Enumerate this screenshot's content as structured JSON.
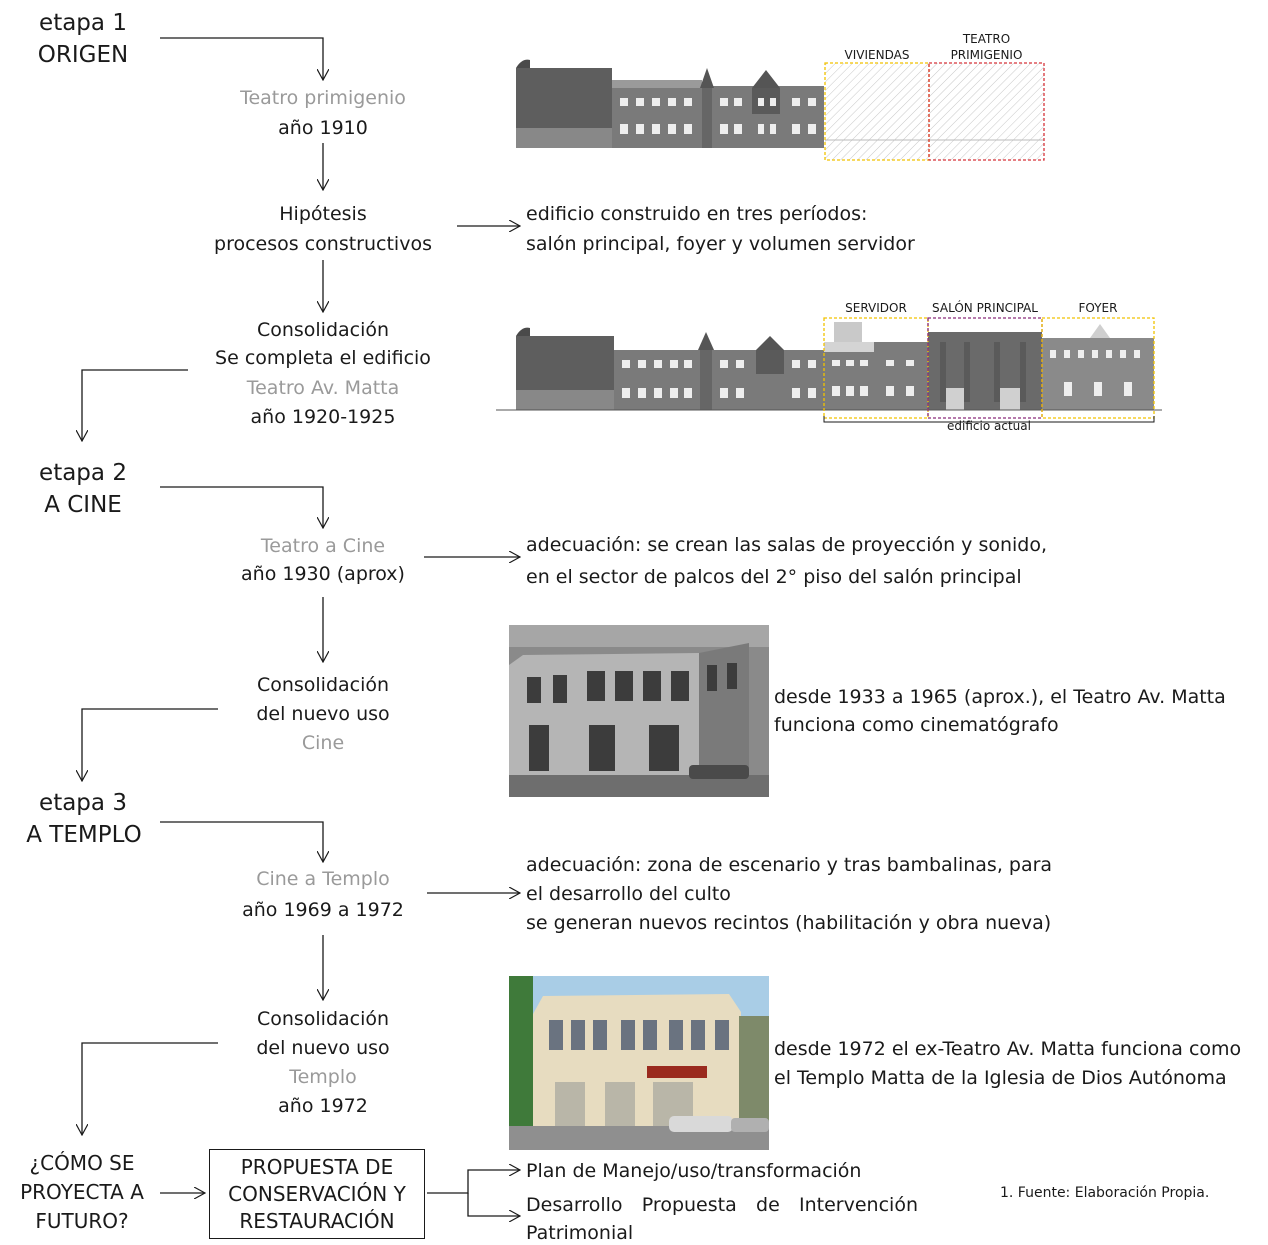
{
  "stage1": {
    "label": "etapa 1",
    "name": "ORIGEN",
    "n1_title": "Teatro primigenio",
    "n1_year": "año 1910",
    "n2_l1": "Hipótesis",
    "n2_l2": "procesos constructivos",
    "n2_note_l1": "edificio construido en tres períodos:",
    "n2_note_l2": "salón principal, foyer y volumen servidor",
    "n3_l1": "Consolidación",
    "n3_l2": "Se completa el edificio",
    "n3_title": "Teatro Av. Matta",
    "n3_year": "año 1920-1925",
    "fig1_label_a": "VIVIENDAS",
    "fig1_label_b1": "TEATRO",
    "fig1_label_b2": "PRIMIGENIO",
    "fig2_label_a": "SERVIDOR",
    "fig2_label_b": "SALÓN PRINCIPAL",
    "fig2_label_c": "FOYER",
    "fig2_caption": "edificio actual"
  },
  "stage2": {
    "label": "etapa 2",
    "name": "A CINE",
    "n1_title": "Teatro a Cine",
    "n1_year": "año 1930 (aprox)",
    "n1_note_l1": "adecuación: se crean las salas de proyección y sonido,",
    "n1_note_l2": "en el sector de palcos del 2° piso del salón principal",
    "n2_l1": "Consolidación",
    "n2_l2": "del nuevo uso",
    "n2_title": "Cine",
    "n2_note_l1": "desde 1933 a 1965 (aprox.), el Teatro Av. Matta",
    "n2_note_l2": "funciona como cinematógrafo"
  },
  "stage3": {
    "label": "etapa 3",
    "name": "A TEMPLO",
    "n1_title": "Cine a Templo",
    "n1_year": "año 1969 a 1972",
    "n1_note_l1": "adecuación: zona de escenario y tras bambalinas, para",
    "n1_note_l2": "el desarrollo del culto",
    "n1_note_l3": "se generan nuevos recintos (habilitación y obra nueva)",
    "n2_l1": "Consolidación",
    "n2_l2": "del nuevo uso",
    "n2_title": "Templo",
    "n2_year": "año 1972",
    "n2_note_l1": "desde 1972 el ex-Teatro Av. Matta funciona como",
    "n2_note_l2": "el Templo Matta de la Iglesia de Dios Autónoma"
  },
  "future": {
    "question_l1": "¿CÓMO SE",
    "question_l2": "PROYECTA A",
    "question_l3": "FUTURO?",
    "box_l1": "PROPUESTA DE",
    "box_l2": "CONSERVACIÓN Y",
    "box_l3": "RESTAURACIÓN",
    "out1": "Plan de Manejo/uso/transformación",
    "out2_l1": "Desarrollo Propuesta de Intervención",
    "out2_l2": "Patrimonial"
  },
  "source": "1. Fuente: Elaboración Propia.",
  "colors": {
    "text": "#1a1a1a",
    "grey_text": "#9a9a9a",
    "building": "#6e6e6e",
    "yellow": "#f2c200",
    "red": "#d6343a",
    "purple": "#8a2a7a"
  }
}
